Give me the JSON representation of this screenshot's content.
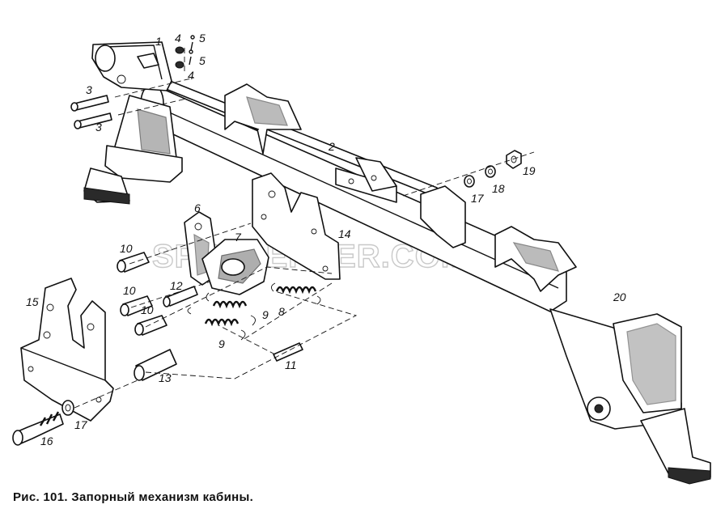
{
  "caption": "Рис. 101. Запорный механизм кабины.",
  "watermark": "SPECSERVER.COM",
  "part_numbers": [
    {
      "id": "1",
      "label": "1"
    },
    {
      "id": "2",
      "label": "2"
    },
    {
      "id": "3a",
      "label": "3"
    },
    {
      "id": "3b",
      "label": "3"
    },
    {
      "id": "4a",
      "label": "4"
    },
    {
      "id": "4b",
      "label": "4"
    },
    {
      "id": "5a",
      "label": "5"
    },
    {
      "id": "5b",
      "label": "5"
    },
    {
      "id": "6",
      "label": "6"
    },
    {
      "id": "7",
      "label": "7"
    },
    {
      "id": "8",
      "label": "8"
    },
    {
      "id": "9a",
      "label": "9"
    },
    {
      "id": "9b",
      "label": "9"
    },
    {
      "id": "10a",
      "label": "10"
    },
    {
      "id": "10b",
      "label": "10"
    },
    {
      "id": "10c",
      "label": "10"
    },
    {
      "id": "11",
      "label": "11"
    },
    {
      "id": "12",
      "label": "12"
    },
    {
      "id": "13",
      "label": "13"
    },
    {
      "id": "14",
      "label": "14"
    },
    {
      "id": "15",
      "label": "15"
    },
    {
      "id": "16",
      "label": "16"
    },
    {
      "id": "17a",
      "label": "17"
    },
    {
      "id": "17b",
      "label": "17"
    },
    {
      "id": "18",
      "label": "18"
    },
    {
      "id": "19",
      "label": "19"
    },
    {
      "id": "20",
      "label": "20"
    }
  ]
}
